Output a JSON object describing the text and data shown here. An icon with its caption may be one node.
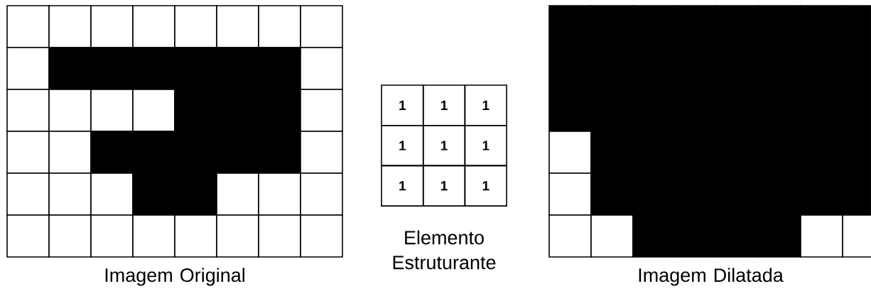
{
  "diagram": {
    "labels": [
      "1",
      "1",
      "1",
      "1",
      "1",
      "1",
      "1",
      "1",
      "1",
      "Imagem Original",
      "Elemento Estruturante",
      "Imagem Dilatada"
    ]
  }
}
